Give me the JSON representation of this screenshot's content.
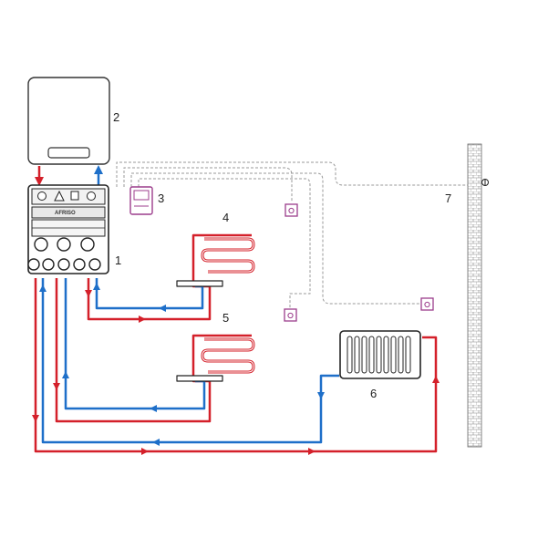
{
  "diagram": {
    "labels": [
      "1",
      "2",
      "3",
      "4",
      "5",
      "6",
      "7"
    ],
    "brand_text": "AFRISO",
    "colors": {
      "supply": "#d4202a",
      "return": "#1e6fc9",
      "wire": "#9a9a9a",
      "thermostat": "#9c3d8c",
      "outline": "#333333"
    }
  }
}
